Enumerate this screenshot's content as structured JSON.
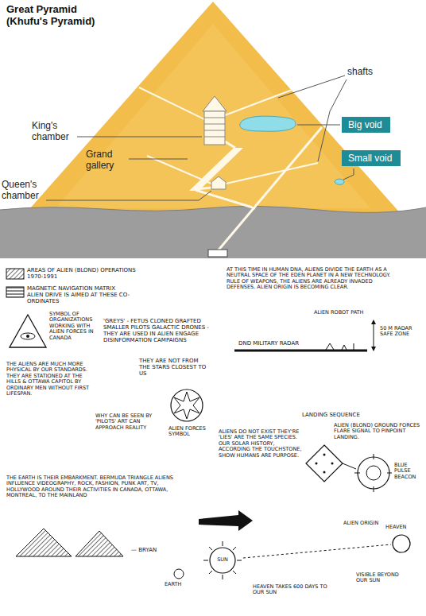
{
  "diagram": {
    "title": "Great Pyramid (Khufu's Pyramid)",
    "nodes": [
      {
        "text": [
          "Big void"
        ]
      },
      {
        "text": [
          "Small void"
        ]
      }
    ],
    "labels": [
      "shafts",
      "King's chamber",
      "Grand gallery",
      "Queen's chamber",
      "'GREYS' - FETUS CLONED GRAFTED SMALLER PILOTS GALACTIC DRONES - THEY ARE USED IN ALIEN ENGAGE DISINFORMATION CAMPAIGNS",
      "SYMBOL OF ORGANIZATIONS WORKING WITH ALIEN FORCES IN CANADA",
      "THE ALIENS ARE MUCH MORE PHYSICAL BY OUR STANDARDS. THEY ARE STATIONED AT THE HILLS & OTTAWA CAPITOL BY ORDINARY MEN WITHOUT FIRST LIFESPAN.",
      "THEY ARE NOT FROM THE STARS CLOSEST TO US",
      "ALIEN FORCES SYMBOL",
      "WHY CAN BE SEEN BY 'PILOTS' ART CAN APPROACH REALITY",
      "ALIENS DO NOT EXIST THEY'RE 'LIES' ARE THE SAME SPECIES. OUR SOLAR HISTORY, ACCORDING THE TOUCHSTONE, SHOW HUMANS ARE PURPOSE.",
      "THE EARTH IS THEIR EMBARKMENT. BERMUDA TRIANGLE ALIENS INFLUENCE VIDEOGRAPHY, ROCK, FASHION, PUNK ART, TV, HOLLYWOOD AROUND THEIR ACTIVITIES IN CANADA, OTTAWA, MONTREAL, TO THE MAINLAND",
      "— BRYAN",
      "AT THIS TIME IN HUMAN DNA, ALIENS DIVIDE THE EARTH AS A NEUTRAL SPACE OF THE EDEN PLANET IN A NEW TECHNOLOGY. RULE OF WEAPONS, THE ALIENS ARE ALREADY INVADED DEFENSES. ALIEN ORIGIN IS BECOMING CLEAR.",
      "ALIEN ROBOT PATH",
      "DND MILITARY RADAR",
      "50 M RADAR SAFE ZONE",
      "LANDING SEQUENCE",
      "ALIEN (BLOND) GROUND FORCES FLARE SIGNAL TO PINPOINT LANDING.",
      "BLUE PULSE BEACON",
      "ALIEN ORIGIN",
      "HEAVEN",
      "SUN",
      "EARTH",
      "HEAVEN TAKES 600 DAYS TO OUR SUN",
      "VISIBLE BEYOND OUR SUN"
    ],
    "legend": [
      {
        "text": "AREAS OF ALIEN (BLOND) OPERATIONS 1970-1991"
      },
      {
        "text": "MAGNETIC NAVIGATION MATRIX ALIEN DRIVE IS AIMED AT THESE CO-ORDINATES"
      }
    ]
  }
}
